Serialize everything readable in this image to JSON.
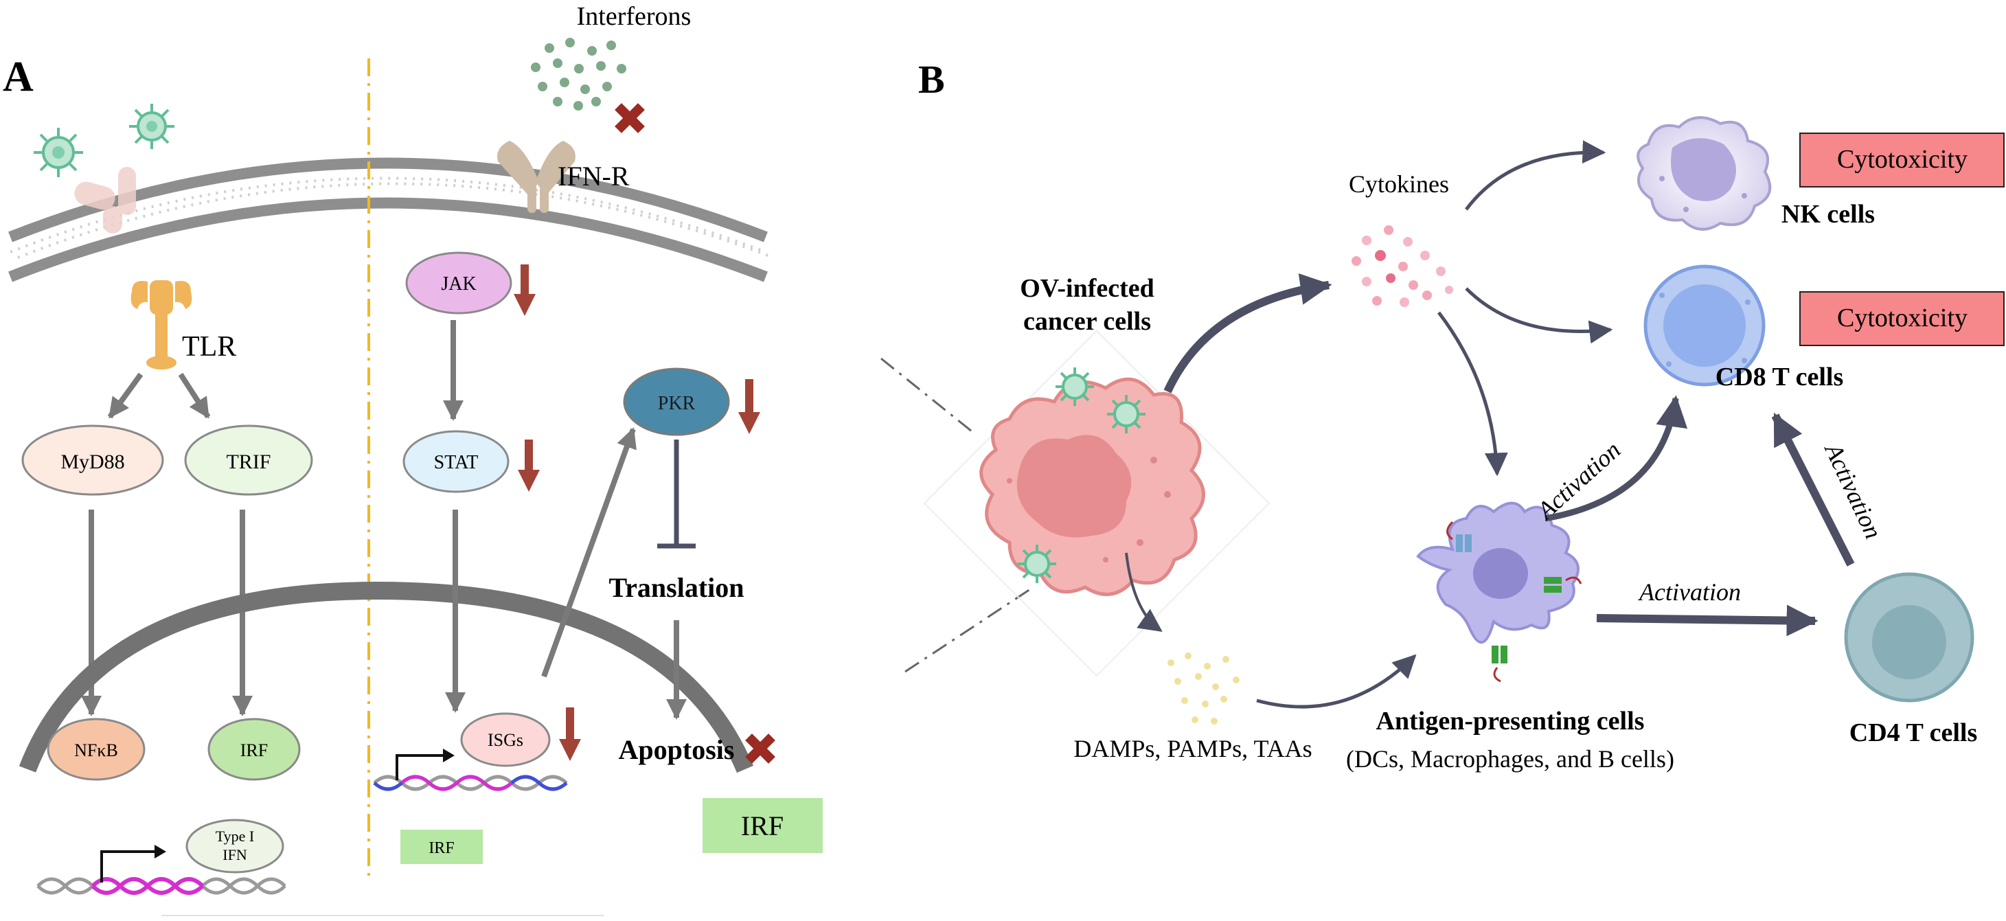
{
  "panel_a": {
    "label": "A",
    "interferons": "Interferons",
    "ifn_r": "IFN-R",
    "tlr": "TLR",
    "myd88": "MyD88",
    "trif": "TRIF",
    "nfkb": "NFκB",
    "irf_nucleus": "IRF",
    "type_i_ifn_line1": "Type I",
    "type_i_ifn_line2": "IFN",
    "jak": "JAK",
    "stat": "STAT",
    "isgs": "ISGs",
    "irf_small": "IRF",
    "pkr": "PKR",
    "translation": "Translation",
    "apoptosis": "Apoptosis",
    "irf_box": "IRF"
  },
  "panel_b": {
    "label": "B",
    "ov_line1": "OV-infected",
    "ov_line2": "cancer cells",
    "cytokines": "Cytokines",
    "nk_cells": "NK cells",
    "cd8": "CD8 T cells",
    "cd4": "CD4 T cells",
    "cytotoxicity_1": "Cytotoxicity",
    "cytotoxicity_2": "Cytotoxicity",
    "damps": "DAMPs, PAMPs, TAAs",
    "apc_line1": "Antigen-presenting cells",
    "apc_line2": "(DCs, Macrophages, and B cells)",
    "activation_1": "Activation",
    "activation_2": "Activation",
    "activation_3": "Activation"
  },
  "colors": {
    "arrow_grey": "#7a7a7a",
    "down_red": "#a14437",
    "cross_red": "#9a2a22",
    "divider_yellow": "#f3b823",
    "cytotoxicity_fill": "#f6878a",
    "irf_green": "#b6e7a3",
    "navy_arrow": "#4d5064"
  }
}
